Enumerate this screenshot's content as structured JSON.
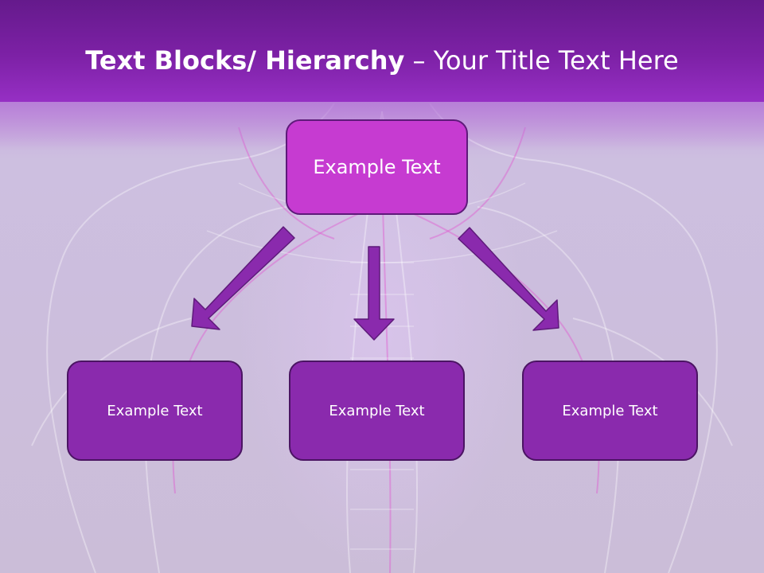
{
  "slide": {
    "title_bold": "Text Blocks/ Hierarchy",
    "title_rest": " – Your Title Text Here"
  },
  "diagram": {
    "top": {
      "label": "Example Text"
    },
    "children": [
      {
        "label": "Example Text"
      },
      {
        "label": "Example Text"
      },
      {
        "label": "Example Text"
      }
    ],
    "colors": {
      "header": "#7d21a6",
      "top_box": "#c63bd1",
      "child_box": "#8a2aad",
      "arrow": "#8a2aad",
      "border": "#4b1463"
    }
  }
}
